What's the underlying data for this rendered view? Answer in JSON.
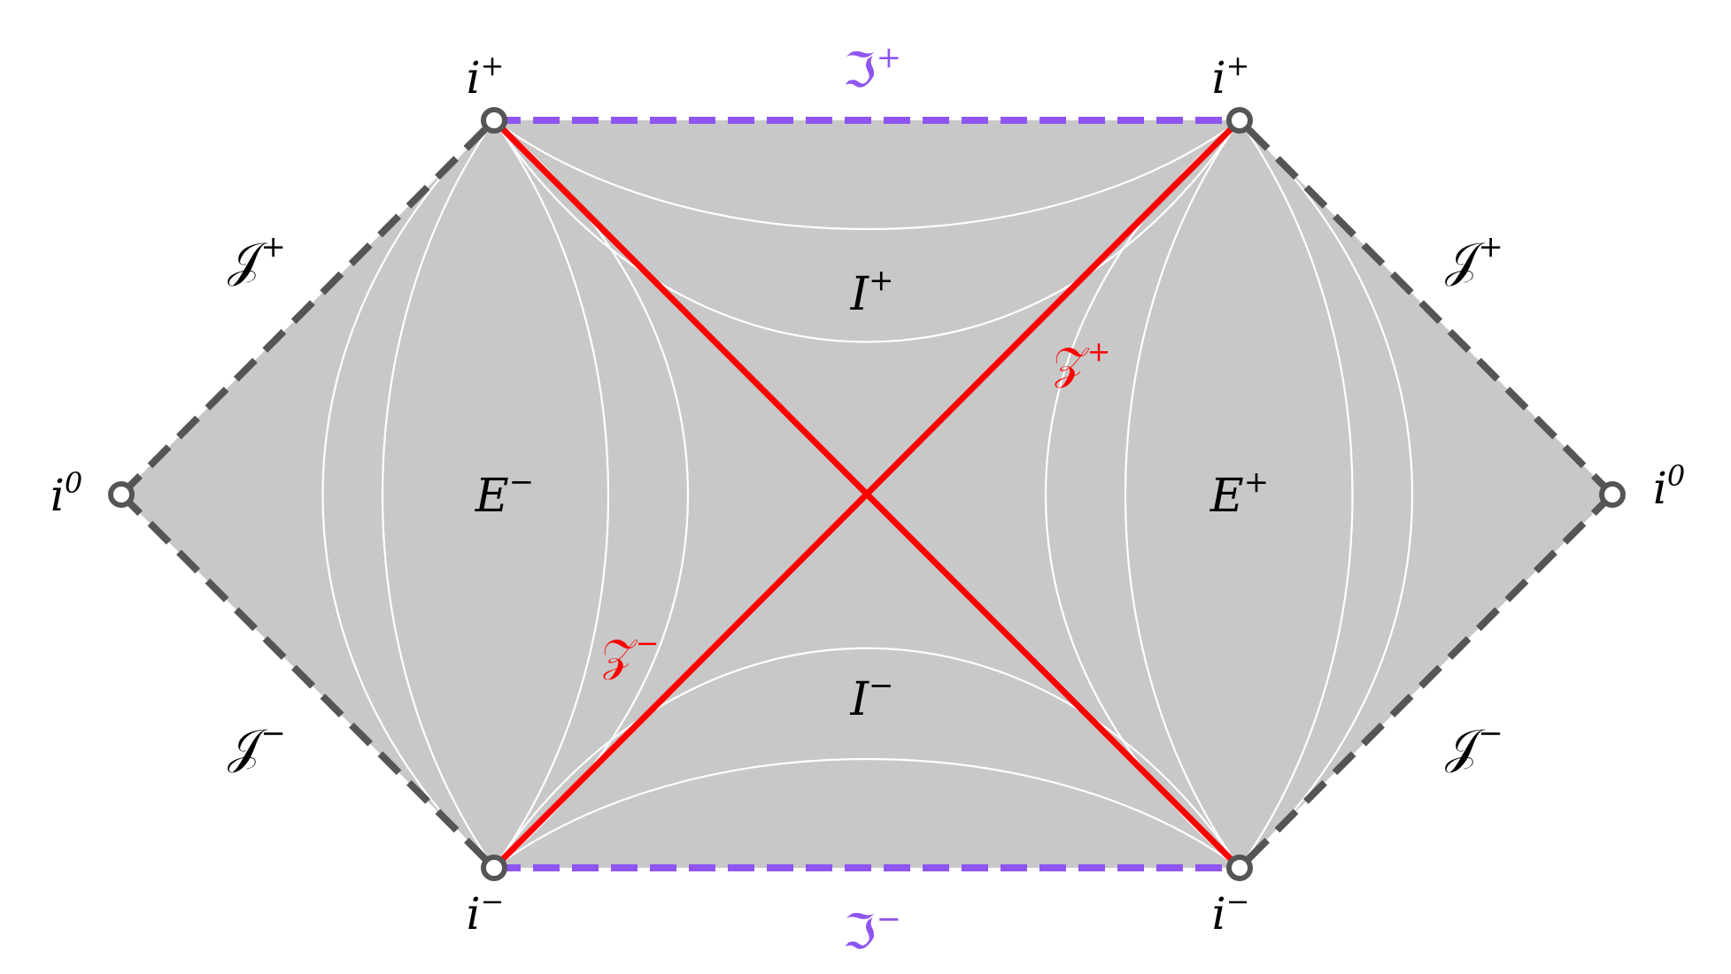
{
  "colors": {
    "fill": "#c8c8c8",
    "curve": "#ffffff",
    "horizon": "#ff0000",
    "boundary_dash": "#555555",
    "timelike_dash": "#8f55f0",
    "node_stroke": "#555555",
    "node_fill": "#ffffff",
    "text": "#000000"
  },
  "points": {
    "i_plus_left": {
      "base": "i",
      "sup": "+"
    },
    "i_plus_right": {
      "base": "i",
      "sup": "+"
    },
    "i_minus_left": {
      "base": "i",
      "sup": "−"
    },
    "i_minus_right": {
      "base": "i",
      "sup": "−"
    },
    "i0_left": {
      "base": "i",
      "sup": "0"
    },
    "i0_right": {
      "base": "i",
      "sup": "0"
    }
  },
  "boundaries": {
    "scri_plus_left": {
      "base": "𝒥",
      "sup": "+"
    },
    "scri_minus_left": {
      "base": "𝒥",
      "sup": "−"
    },
    "scri_plus_right": {
      "base": "𝒥",
      "sup": "+"
    },
    "scri_minus_right": {
      "base": "𝒥",
      "sup": "−"
    },
    "frak_top": {
      "base": "ℑ",
      "sup": "+"
    },
    "frak_bottom": {
      "base": "ℑ",
      "sup": "−"
    }
  },
  "regions": {
    "E_minus": {
      "base": "E",
      "sup": "−"
    },
    "E_plus": {
      "base": "E",
      "sup": "+"
    },
    "I_plus": {
      "base": "I",
      "sup": "+"
    },
    "I_minus": {
      "base": "I",
      "sup": "−"
    }
  },
  "horizons": {
    "Z_plus": {
      "base": "𝒵",
      "sup": "+"
    },
    "Z_minus": {
      "base": "𝒵",
      "sup": "−"
    }
  }
}
